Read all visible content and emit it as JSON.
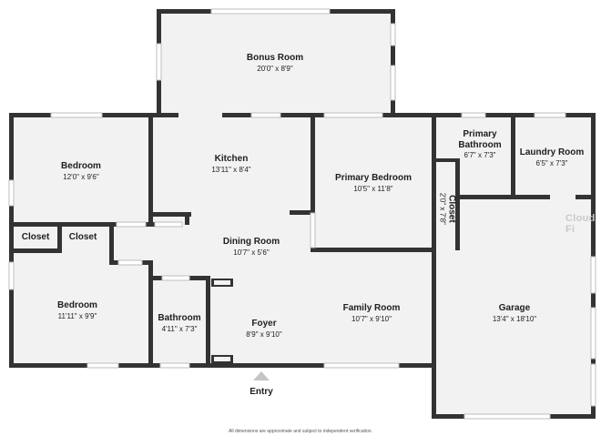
{
  "rooms": {
    "bonus": {
      "name": "Bonus Room",
      "dims": "20'0\" x 8'9\""
    },
    "kitchen": {
      "name": "Kitchen",
      "dims": "13'11\" x 8'4\""
    },
    "primary_bed": {
      "name": "Primary Bedroom",
      "dims": "10'5\" x 11'8\""
    },
    "primary_bath": {
      "name1": "Primary",
      "name2": "Bathroom",
      "dims": "6'7\" x 7'3\""
    },
    "laundry": {
      "name": "Laundry Room",
      "dims": "6'5\" x 7'3\""
    },
    "bedroom1": {
      "name": "Bedroom",
      "dims": "12'0\" x 9'6\""
    },
    "closet_vert": {
      "name": "Closet",
      "dims": "2'0\" x 7'8\""
    },
    "closet1": {
      "name": "Closet"
    },
    "closet2": {
      "name": "Closet"
    },
    "dining": {
      "name": "Dining Room",
      "dims": "10'7\" x 5'6\""
    },
    "bedroom2": {
      "name": "Bedroom",
      "dims": "11'11\" x 9'9\""
    },
    "bathroom": {
      "name": "Bathroom",
      "dims": "4'11\" x 7'3\""
    },
    "foyer": {
      "name": "Foyer",
      "dims": "8'9\" x 9'10\""
    },
    "family": {
      "name": "Family Room",
      "dims": "10'7\" x 9'10\""
    },
    "garage": {
      "name": "Garage",
      "dims": "13'4\" x 18'10\""
    }
  },
  "entry_label": "Entry",
  "disclaimer": "All dimensions are approximate and subject to independent verification.",
  "watermark": "Cloud Fi",
  "colors": {
    "wall": "#333333",
    "floor": "#f2f2f2",
    "window": "#bdbdbd"
  }
}
